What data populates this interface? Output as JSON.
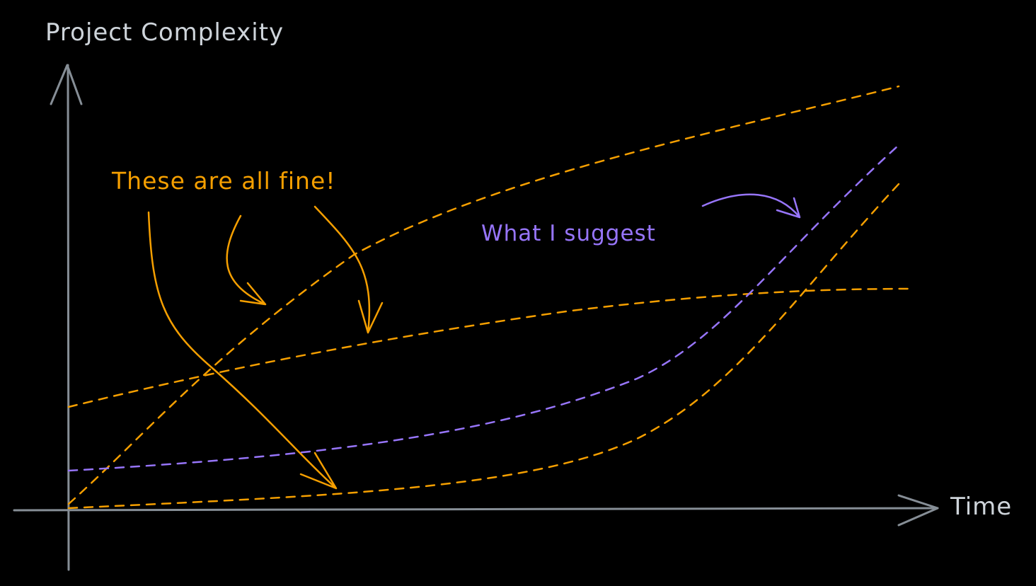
{
  "axes": {
    "y_label": "Project Complexity",
    "x_label": "Time"
  },
  "annotations": {
    "fine": "These are all fine!",
    "suggest": "What I suggest"
  },
  "colors": {
    "axis": "#868e96",
    "text": "#ced4da",
    "orange": "#f59f00",
    "purple": "#9775fa",
    "background": "#000000"
  }
}
